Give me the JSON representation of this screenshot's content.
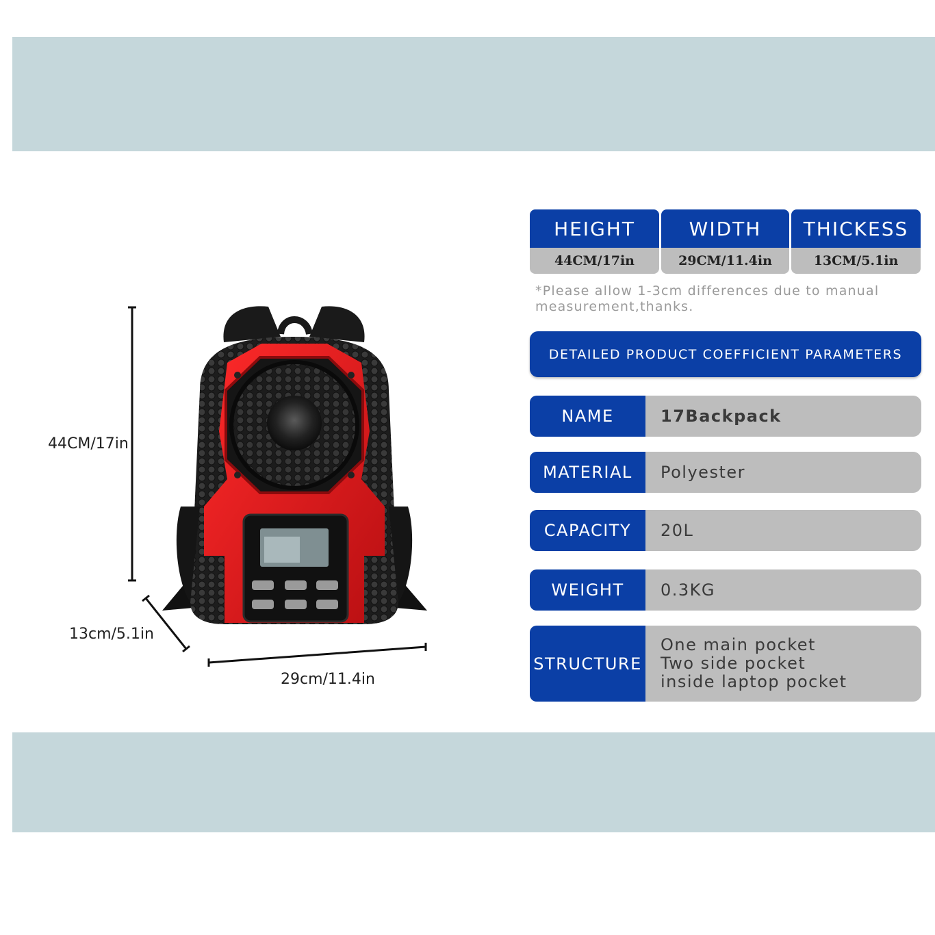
{
  "dimensions": {
    "height_label": "44CM/17in",
    "depth_label": "13cm/5.1in",
    "width_label": "29cm/11.4in"
  },
  "specs": {
    "headers": [
      "HEIGHT",
      "WIDTH",
      "THICKESS"
    ],
    "values": [
      "44CM/17in",
      "29CM/11.4in",
      "13CM/5.1in"
    ],
    "note": "*Please allow 1-3cm differences due to manual measurement,thanks."
  },
  "banner": "DETAILED PRODUCT COEFFICIENT PARAMETERS",
  "params": {
    "name": {
      "key": "NAME",
      "value": "17Backpack"
    },
    "material": {
      "key": "MATERIAL",
      "value": "Polyester"
    },
    "capacity": {
      "key": "CAPACITY",
      "value": "20L"
    },
    "weight": {
      "key": "WEIGHT",
      "value": "0.3KG"
    },
    "structure": {
      "key": "STRUCTURE",
      "lines": [
        "One main pocket",
        "Two side pocket",
        "inside laptop pocket"
      ]
    }
  },
  "colors": {
    "band": "#c5d7db",
    "header_blue": "#0b3fa6",
    "value_gray": "#bdbdbd",
    "backpack_red": "#e3191c"
  }
}
